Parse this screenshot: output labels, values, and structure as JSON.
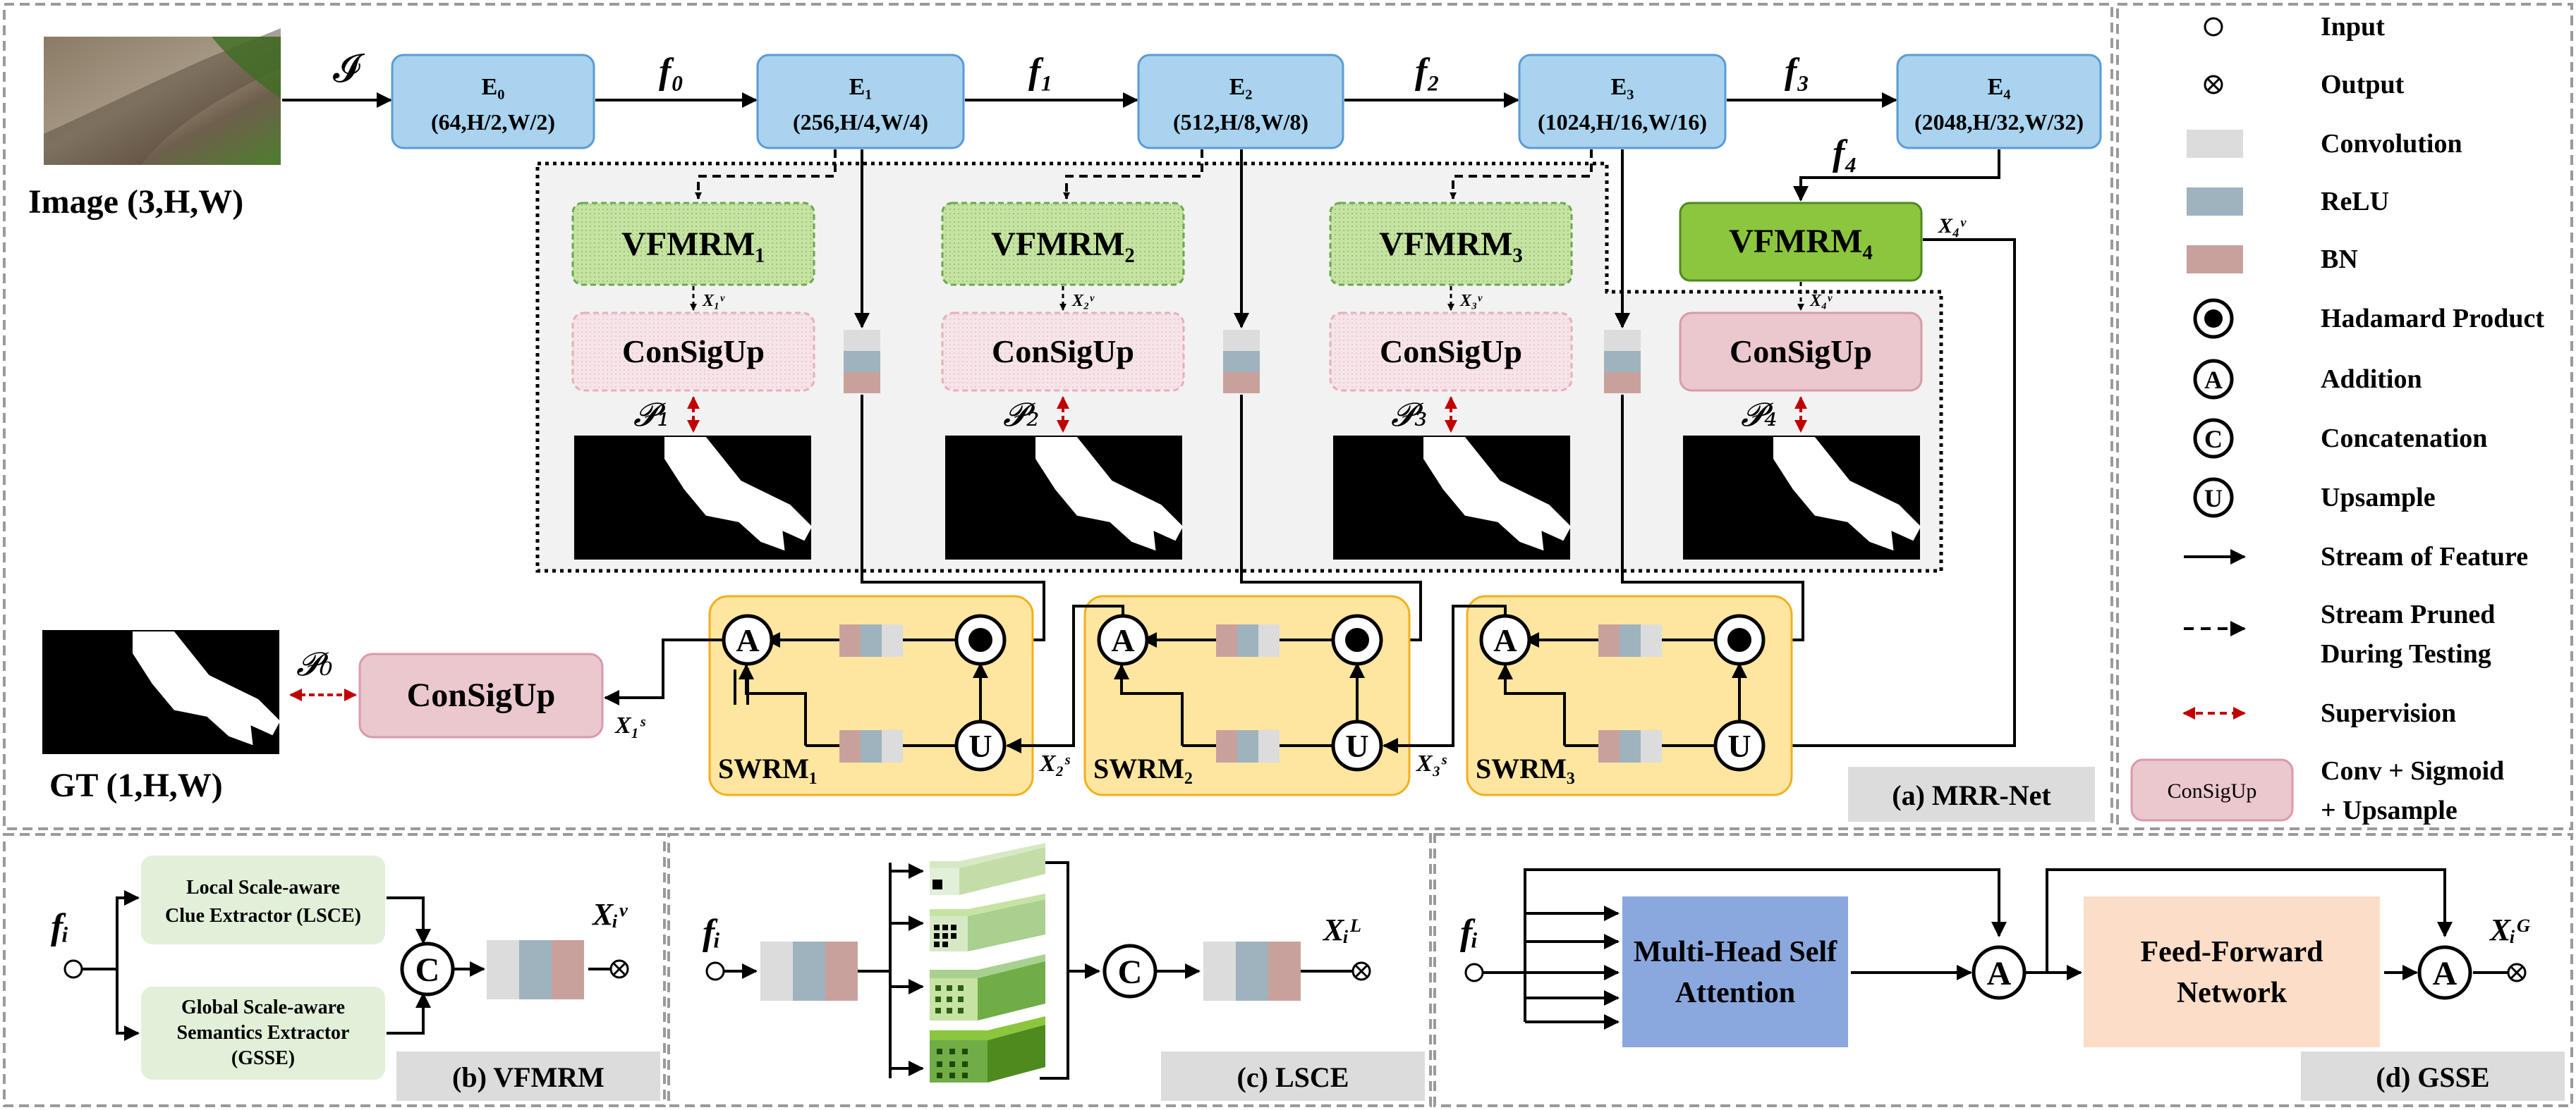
{
  "panel_a": {
    "caption": "(a) MRR-Net",
    "image_label": "Image (3,H,W)",
    "input_symbol": "𝓘",
    "gt_label": "GT (1,H,W)",
    "encoders": [
      {
        "name": "E₀",
        "dims": "(64,H/2,W/2)"
      },
      {
        "name": "E₁",
        "dims": "(256,H/4,W/4)"
      },
      {
        "name": "E₂",
        "dims": "(512,H/8,W/8)"
      },
      {
        "name": "E₃",
        "dims": "(1024,H/16,W/16)"
      },
      {
        "name": "E₄",
        "dims": "(2048,H/32,W/32)"
      }
    ],
    "features": [
      "f₀",
      "f₁",
      "f₂",
      "f₃",
      "f₄"
    ],
    "vfmrm": [
      "VFMRM₁",
      "VFMRM₂",
      "VFMRM₃",
      "VFMRM₄"
    ],
    "consigup": "ConSigUp",
    "x_v": [
      "X₁ᵛ",
      "X₂ᵛ",
      "X₃ᵛ",
      "X₄ᵛ"
    ],
    "preds": [
      "𝓟₁",
      "𝓟₂",
      "𝓟₃",
      "𝓟₄",
      "𝓟₀"
    ],
    "swrm": [
      "SWRM₁",
      "SWRM₂",
      "SWRM₃"
    ],
    "x_s": [
      "X₁ˢ",
      "X₂ˢ",
      "X₃ˢ"
    ],
    "op_a": "A",
    "op_u": "U",
    "op_c": "C"
  },
  "legend": [
    {
      "label": "Input"
    },
    {
      "label": "Output"
    },
    {
      "label": "Convolution"
    },
    {
      "label": "ReLU"
    },
    {
      "label": "BN"
    },
    {
      "label": "Hadamard Product"
    },
    {
      "label": "Addition"
    },
    {
      "label": "Concatenation"
    },
    {
      "label": "Upsample"
    },
    {
      "label": "Stream of Feature"
    },
    {
      "label": "Stream Pruned",
      "label2": "During Testing"
    },
    {
      "label": "Supervision"
    },
    {
      "label": "Conv + Sigmoid",
      "label2": "+ Upsample",
      "box": "ConSigUp"
    }
  ],
  "panel_b": {
    "caption": "(b) VFMRM",
    "input": "fᵢ",
    "lsce": [
      "Local Scale-aware",
      "Clue Extractor (LSCE)"
    ],
    "gsse": [
      "Global Scale-aware",
      "Semantics Extractor",
      "(GSSE)"
    ],
    "output": "Xᵢᵛ"
  },
  "panel_c": {
    "caption": "(c) LSCE",
    "input": "fᵢ",
    "output": "Xᵢᴸ"
  },
  "panel_d": {
    "caption": "(d) GSSE",
    "input": "fᵢ",
    "mhsa": [
      "Multi-Head Self",
      "Attention"
    ],
    "ffn": [
      "Feed-Forward",
      "Network"
    ],
    "output": "Xᵢᴳ"
  },
  "colors": {
    "encoder": "#A9D3EE",
    "vfmrm": "#C6E3A4",
    "vfmrm4": "#8CC63F",
    "consigup": "#EBC7CE",
    "swrm": "#FFE6A0",
    "conv": "#DCDCDC",
    "relu": "#9EB3BE",
    "bn": "#C9A19C",
    "mhsa": "#8AA8DE",
    "ffn": "#FBDDC8",
    "red": "#C00000"
  }
}
